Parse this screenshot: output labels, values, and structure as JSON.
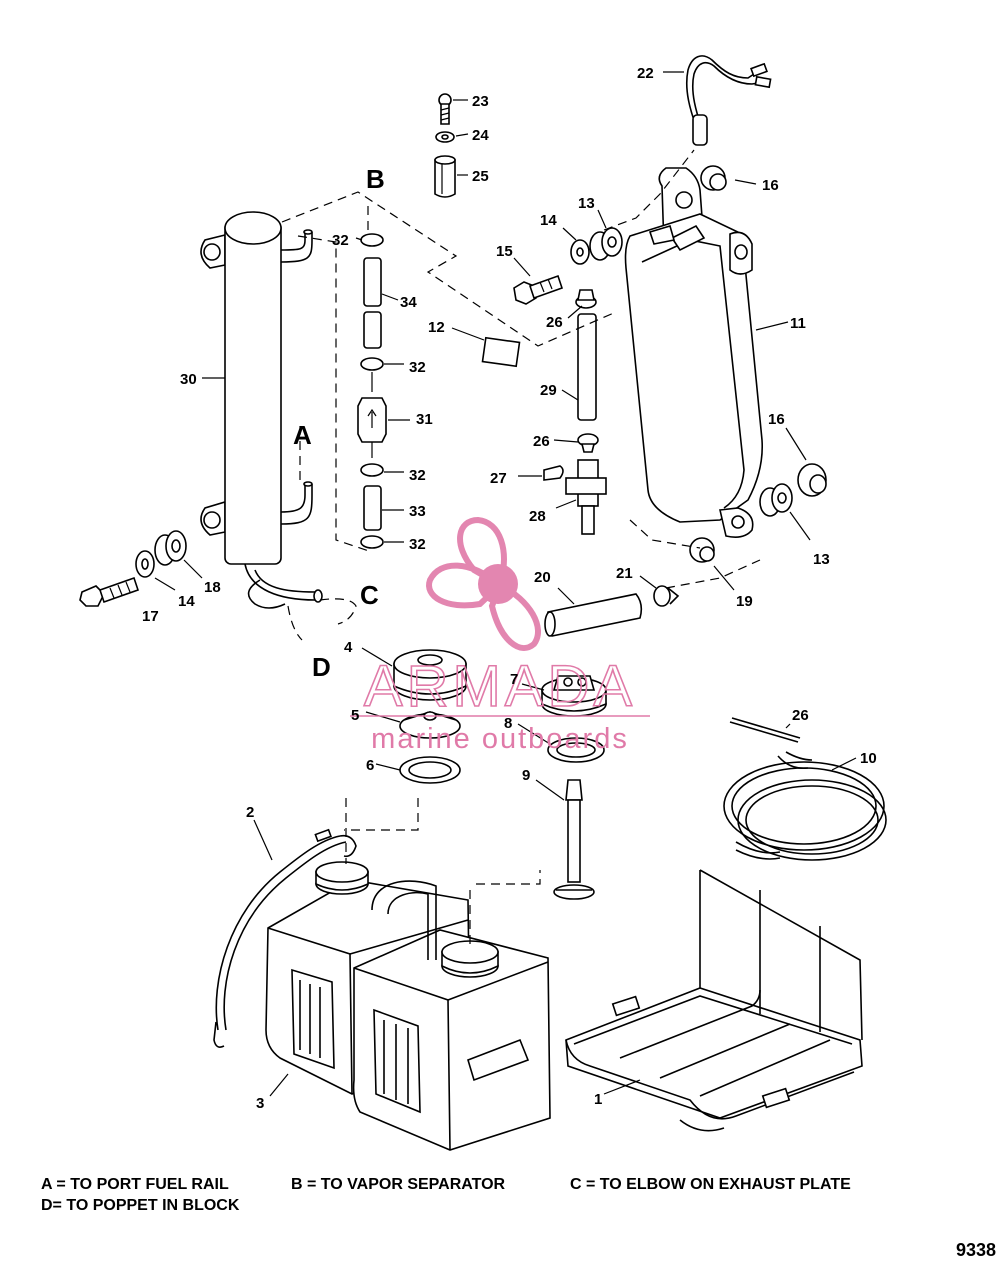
{
  "callouts": {
    "c1": "1",
    "c2": "2",
    "c3": "3",
    "c4": "4",
    "c5": "5",
    "c6": "6",
    "c7": "7",
    "c8": "8",
    "c9": "9",
    "c10": "10",
    "c11": "11",
    "c12": "12",
    "c13a": "13",
    "c13b": "13",
    "c14a": "14",
    "c14b": "14",
    "c15": "15",
    "c16a": "16",
    "c16b": "16",
    "c17": "17",
    "c18": "18",
    "c19": "19",
    "c20": "20",
    "c21": "21",
    "c22": "22",
    "c23": "23",
    "c24": "24",
    "c25": "25",
    "c26a": "26",
    "c26b": "26",
    "c26c": "26",
    "c27": "27",
    "c28": "28",
    "c29": "29",
    "c30": "30",
    "c31": "31",
    "c32a": "32",
    "c32b": "32",
    "c32c": "32",
    "c32d": "32",
    "c33": "33",
    "c34": "34"
  },
  "connection_letters": {
    "A": "A",
    "B": "B",
    "C": "C",
    "D": "D"
  },
  "legend": {
    "a": "A = TO PORT FUEL RAIL",
    "b": "B = TO VAPOR SEPARATOR",
    "c": "C = TO ELBOW ON EXHAUST PLATE",
    "d": "D= TO POPPET IN BLOCK"
  },
  "watermark": {
    "brand": "ARMADA",
    "tagline": "marine outboards",
    "color": "#e07aa8"
  },
  "drawing_number": "9338"
}
